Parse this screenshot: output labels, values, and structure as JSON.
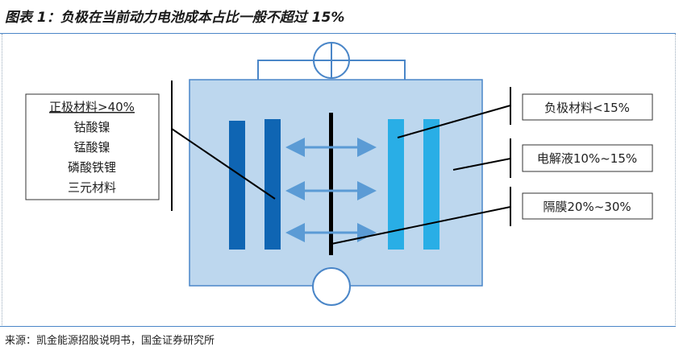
{
  "title": "图表 1：负极在当前动力电池成本占比一般不超过 15%",
  "source": "来源：凯金能源招股说明书，国金证券研究所",
  "diagram": {
    "left_box": {
      "heading": "正极材料>40%",
      "items": [
        "钴酸镍",
        "锰酸镍",
        "磷酸铁锂",
        "三元材料"
      ]
    },
    "right_labels": [
      "负极材料<15%",
      "电解液10%~15%",
      "隔膜20%~30%"
    ]
  },
  "colors": {
    "cell_fill": "#bdd7ee",
    "cathode_plate": "#0f65b3",
    "anode_plate": "#29aee6",
    "arrow": "#5b9bd5",
    "outline": "#4a86c8",
    "separator": "#000000"
  }
}
